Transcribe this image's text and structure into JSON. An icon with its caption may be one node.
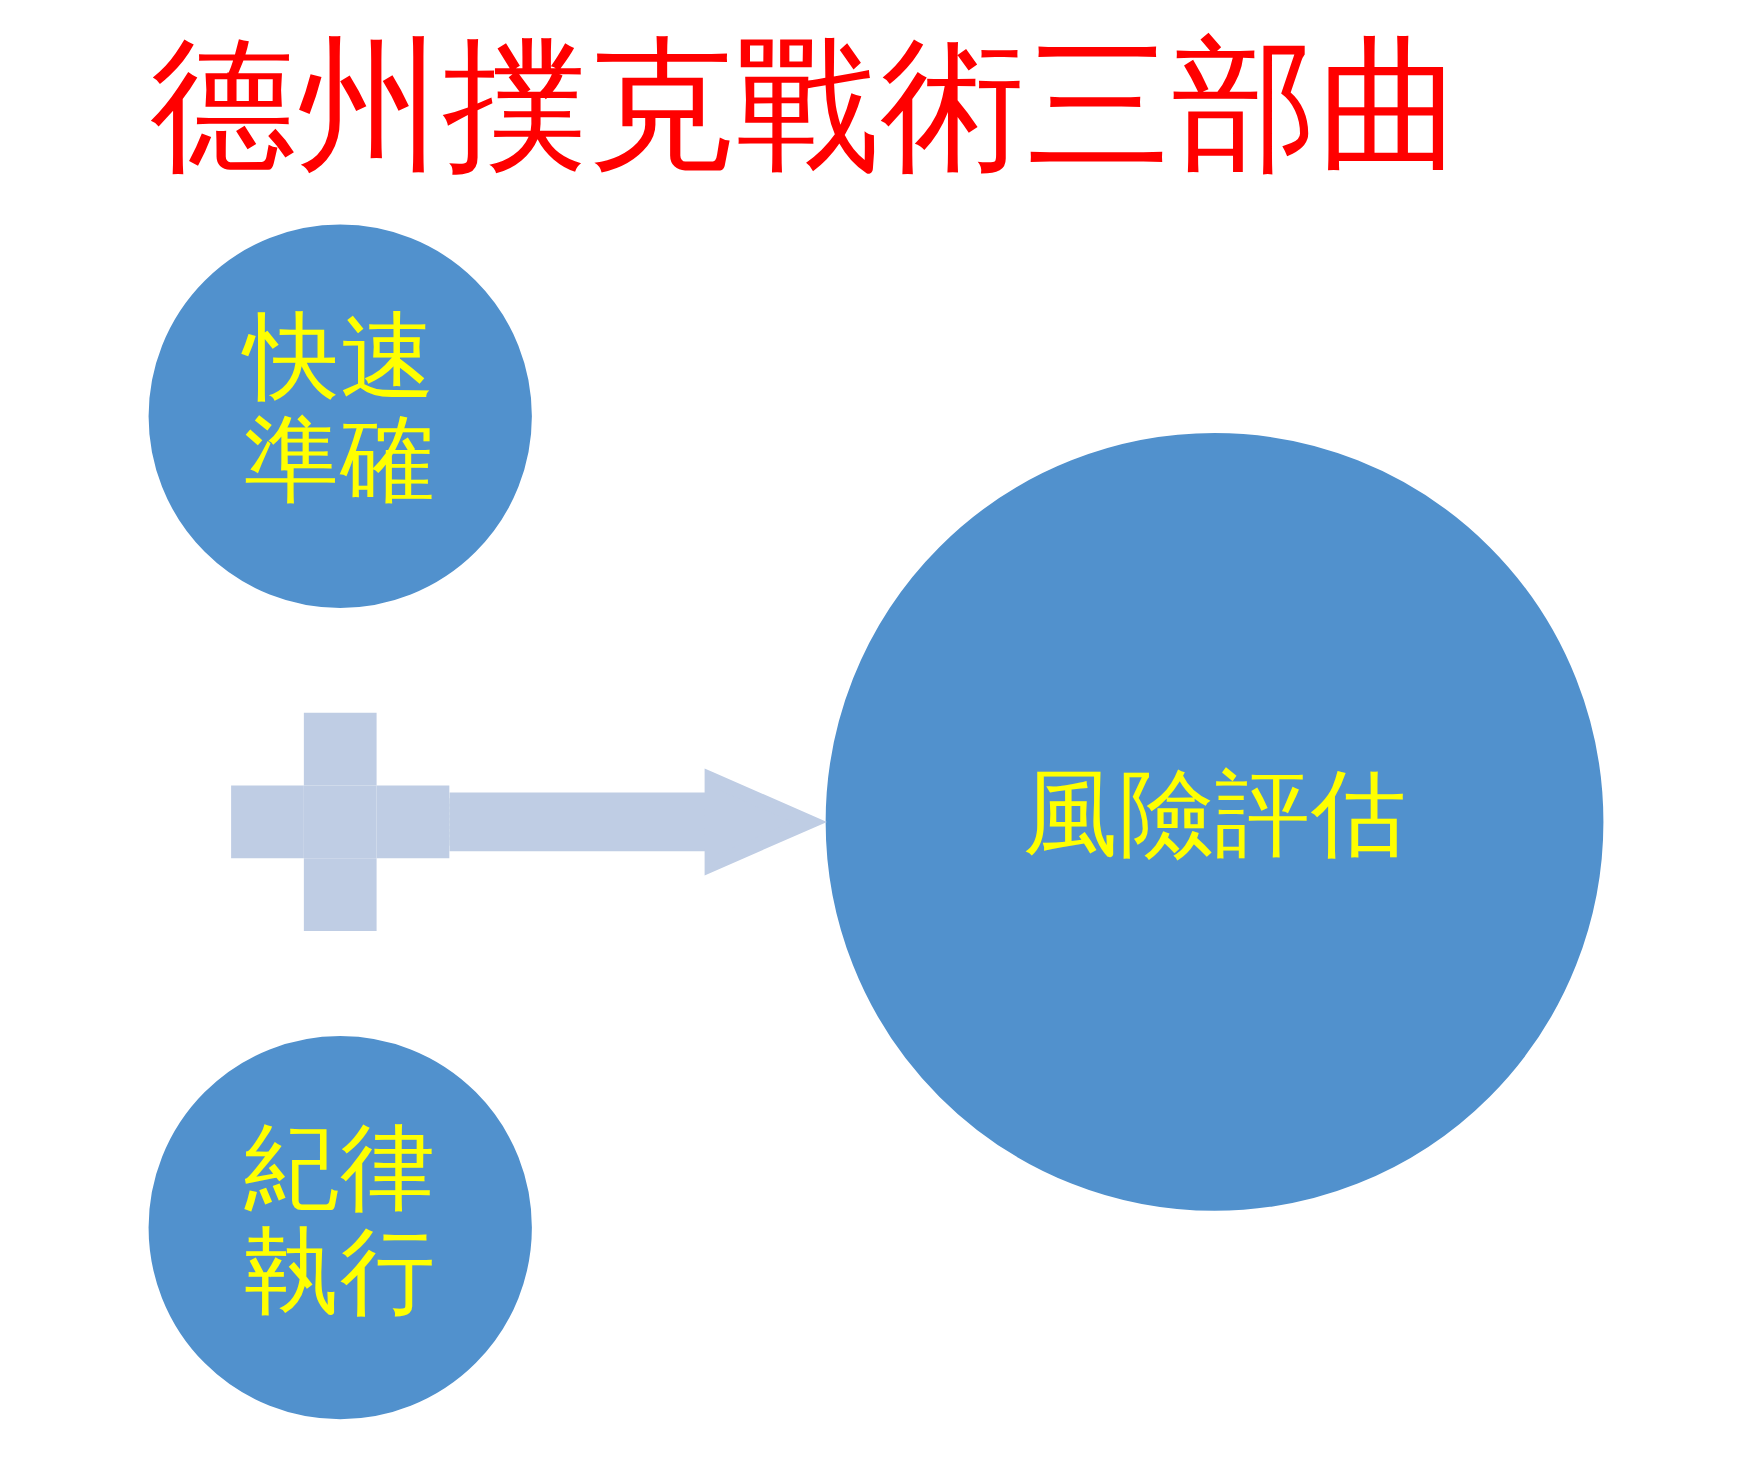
{
  "diagram": {
    "title": "德州撲克戰術三部曲",
    "nodes": [
      {
        "text": [
          "快速準確"
        ]
      },
      {
        "text": [],
        "shape": "plus"
      },
      {
        "text": [
          "紀律執行"
        ]
      },
      {
        "text": [
          "風險評估"
        ]
      }
    ],
    "edges": [
      {
        "from": 1,
        "to": 3,
        "arrow": "to",
        "color": "#bfcde4"
      }
    ]
  }
}
